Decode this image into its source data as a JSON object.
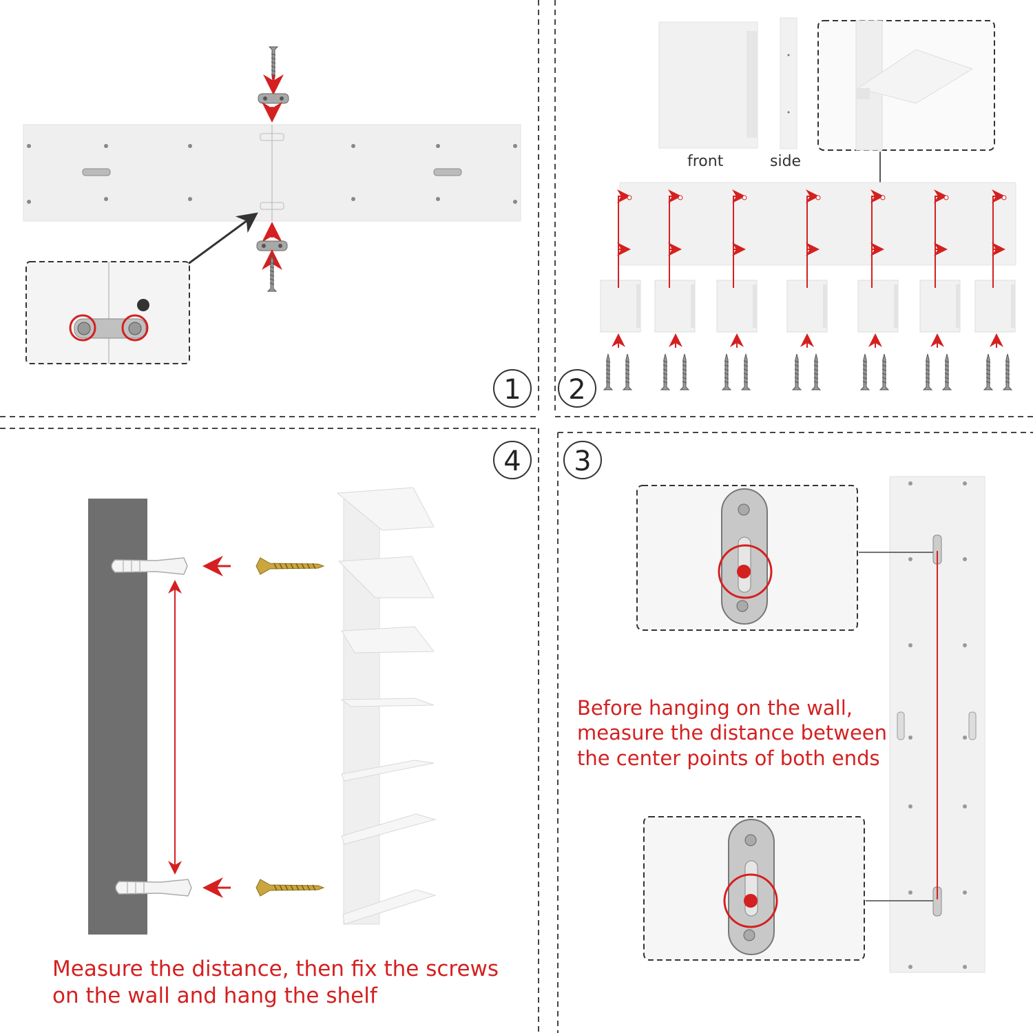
{
  "colors": {
    "accent_red": "#d42020",
    "wall_gray": "#6f6f6f",
    "panel_white": "#f2f2f2",
    "dashed_border": "#444444",
    "brass": "#b8962a"
  },
  "steps": {
    "step1": "1",
    "step2": "2",
    "step3": "3",
    "step4": "4"
  },
  "step2": {
    "front_label": "front",
    "side_label": "side"
  },
  "step3": {
    "note_lines": [
      "Before hanging on the wall,",
      "measure the distance between",
      "the center points of both ends"
    ]
  },
  "step4": {
    "note_lines": [
      "Measure the distance, then fix the screws",
      "on the wall and hang the shelf"
    ]
  }
}
